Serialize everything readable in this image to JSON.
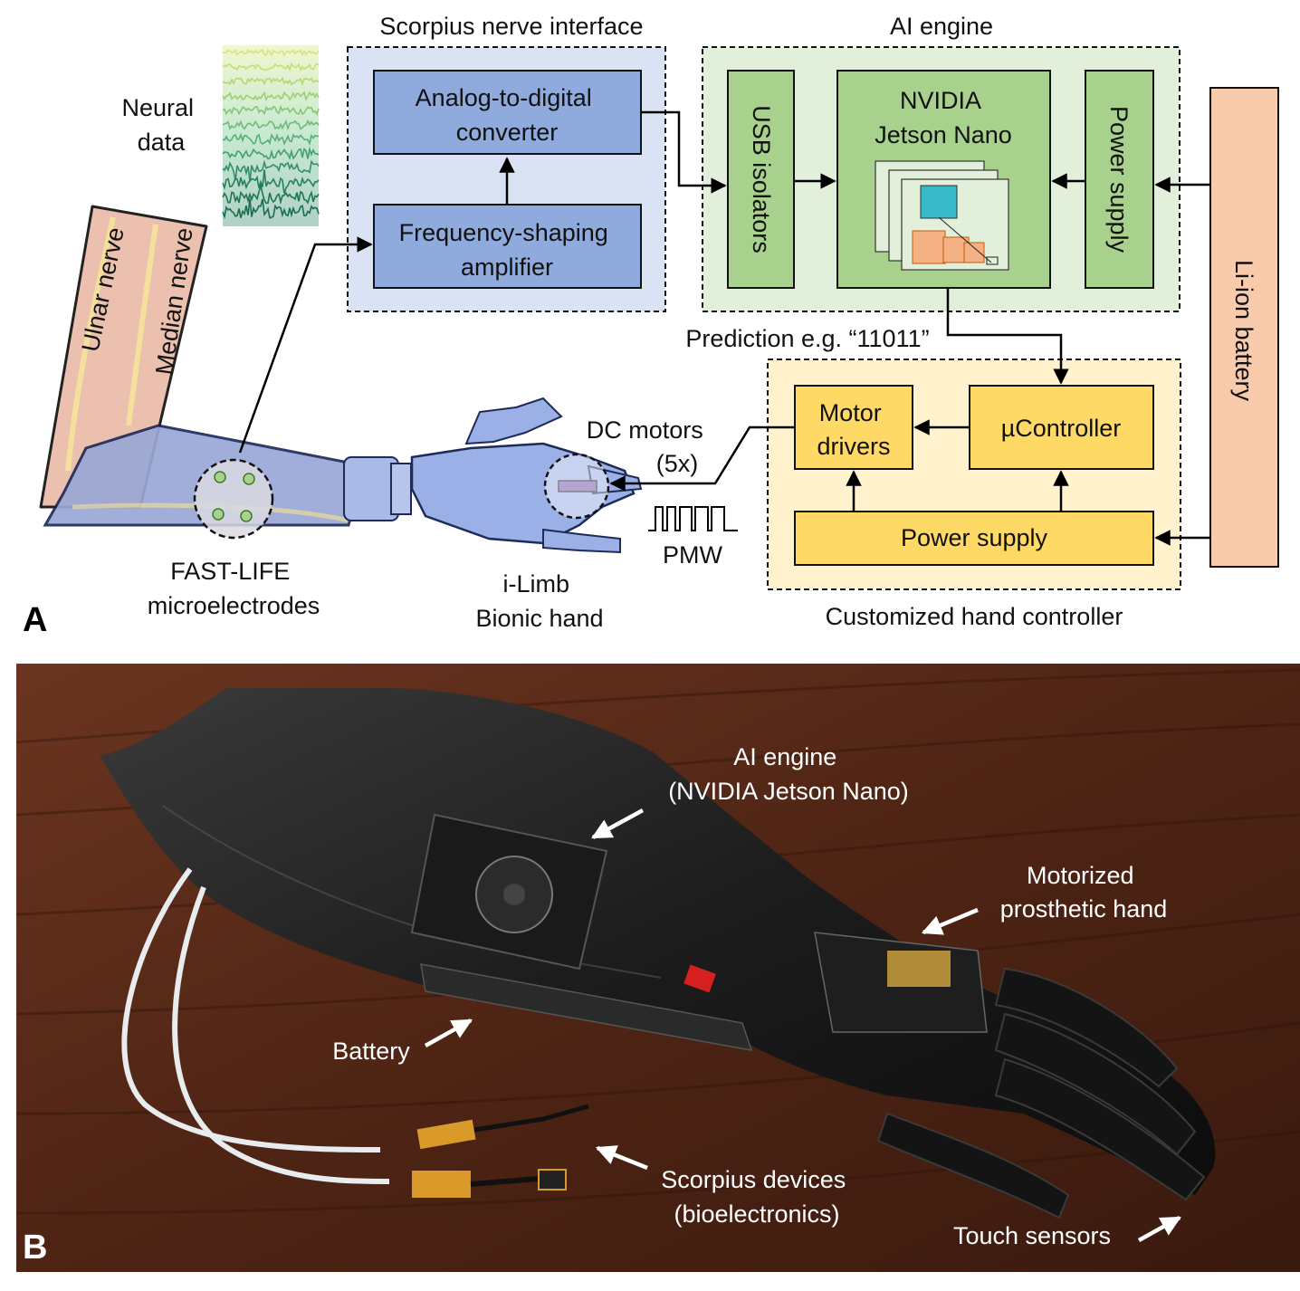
{
  "panel_a": {
    "letter": "A",
    "neural_data_label": [
      "Neural",
      "data"
    ],
    "nerves": {
      "ulnar": "Ulnar nerve",
      "median": "Median nerve"
    },
    "microelectrodes_label": [
      "FAST-LIFE",
      "microelectrodes"
    ],
    "hand_label": [
      "i-Limb",
      "Bionic hand"
    ],
    "dc_motors_label": [
      "DC motors",
      "(5x)"
    ],
    "pwm_label": "PMW",
    "prediction_label": "Prediction e.g. “11011”",
    "battery_label": "Li-ion battery",
    "nerve_interface": {
      "title": "Scorpius nerve interface",
      "adc": [
        "Analog-to-digital",
        "converter"
      ],
      "amplifier": [
        "Frequency-shaping",
        "amplifier"
      ]
    },
    "ai_engine": {
      "title": "AI engine",
      "usb": "USB isolators",
      "jetson": [
        "NVIDIA",
        "Jetson Nano"
      ],
      "power": "Power supply"
    },
    "hand_controller": {
      "title": "Customized hand controller",
      "motor_drivers": [
        "Motor",
        "drivers"
      ],
      "ucontroller": "µController",
      "power": "Power supply"
    }
  },
  "panel_b": {
    "letter": "B",
    "labels": {
      "ai_engine": [
        "AI engine",
        "(NVIDIA Jetson Nano)"
      ],
      "hand": [
        "Motorized",
        "prosthetic hand"
      ],
      "battery": "Battery",
      "scorpius": [
        "Scorpius devices",
        "(bioelectronics)"
      ],
      "touch": "Touch sensors"
    }
  },
  "colors": {
    "nerve_bg": "#dae3f3",
    "nerve_box": "#8faadc",
    "ai_bg": "#e2efda",
    "ai_box": "#a9d18e",
    "ctrl_bg": "#fff2cc",
    "ctrl_box": "#ffd966",
    "battery": "#f8cbad",
    "wood": "#5a2c18"
  }
}
